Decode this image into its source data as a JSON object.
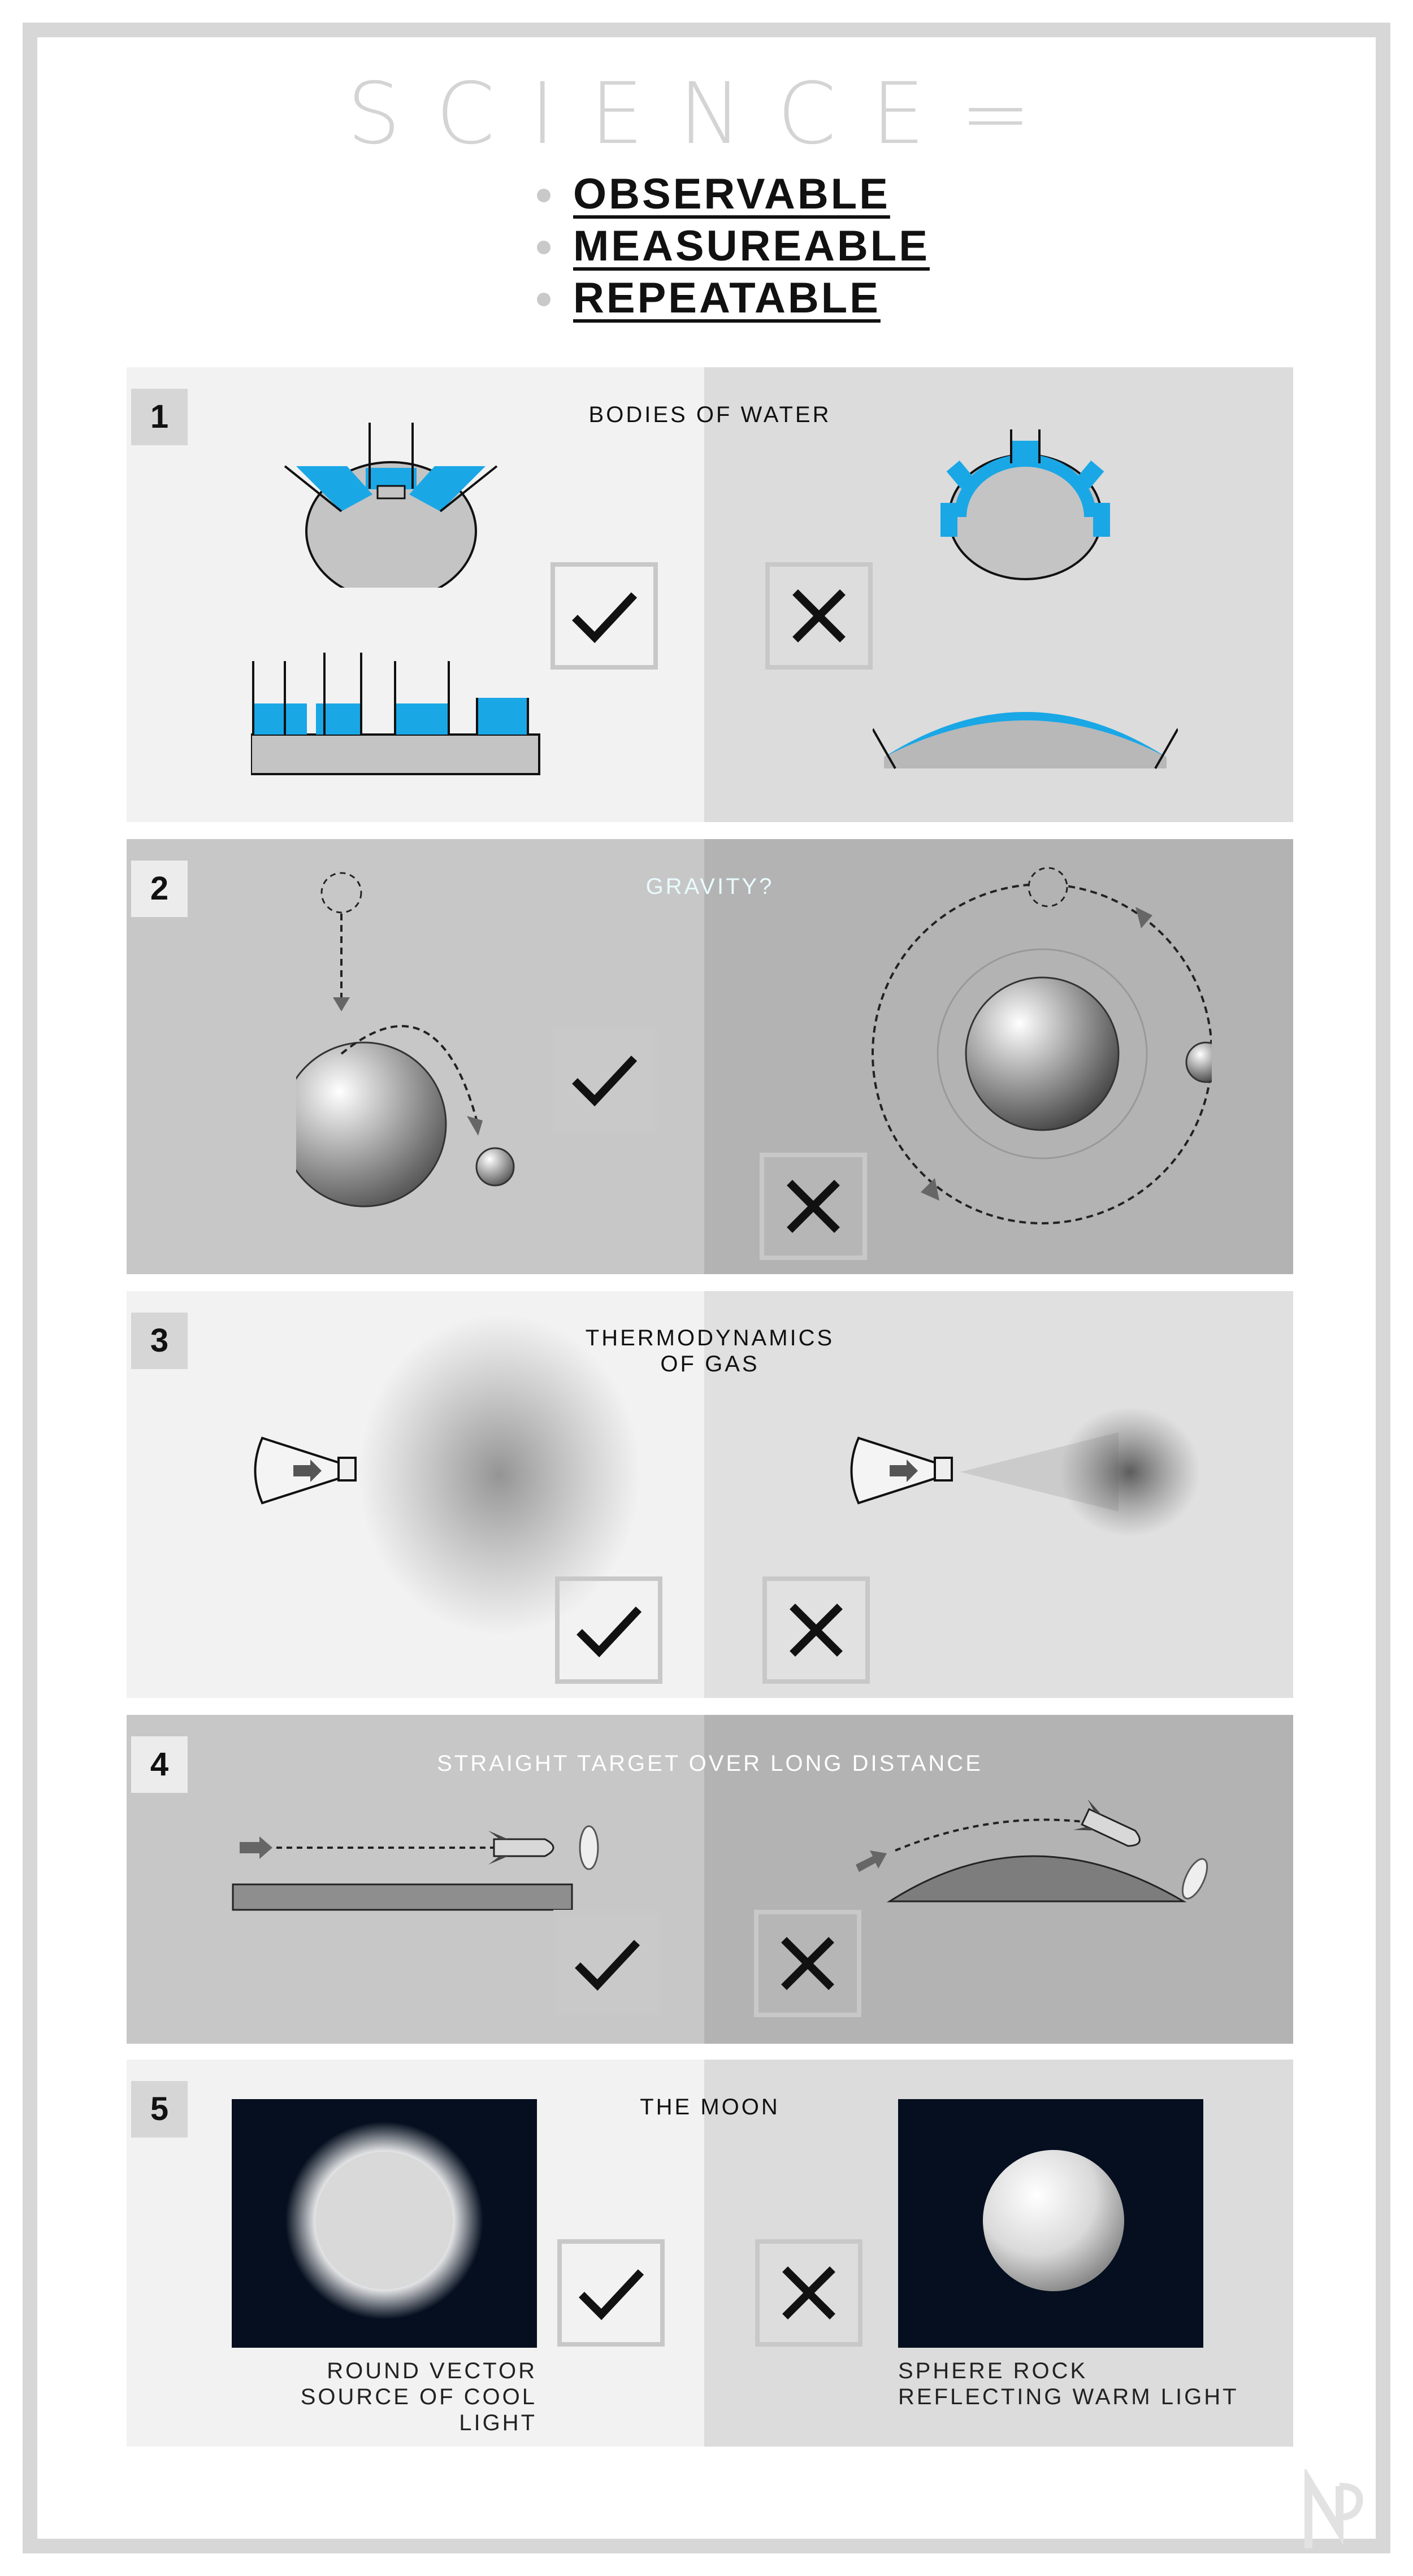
{
  "title": "SCIENCE=",
  "criteria": [
    "OBSERVABLE",
    "MEASUREABLE",
    "REPEATABLE"
  ],
  "panels": [
    {
      "number": "1",
      "title": "BODIES OF WATER"
    },
    {
      "number": "2",
      "title": "GRAVITY?"
    },
    {
      "number": "3",
      "title": "THERMODYNAMICS\nOF GAS"
    },
    {
      "number": "4",
      "title": "STRAIGHT TARGET OVER LONG DISTANCE"
    },
    {
      "number": "5",
      "title": "THE MOON"
    }
  ],
  "moon": {
    "left_caption": "ROUND VECTOR\nSOURCE OF COOL LIGHT",
    "right_caption": "SPHERE ROCK\nREFLECTING WARM LIGHT"
  },
  "colors": {
    "water": "#1aa7e6",
    "night_sky": "#050f1f",
    "panel_light": "#f2f2f2",
    "panel_mid": "#c7c7c7",
    "panel_dark": "#b3b3b3"
  },
  "icons": {
    "correct": "checkmark-icon",
    "incorrect": "x-mark-icon"
  }
}
